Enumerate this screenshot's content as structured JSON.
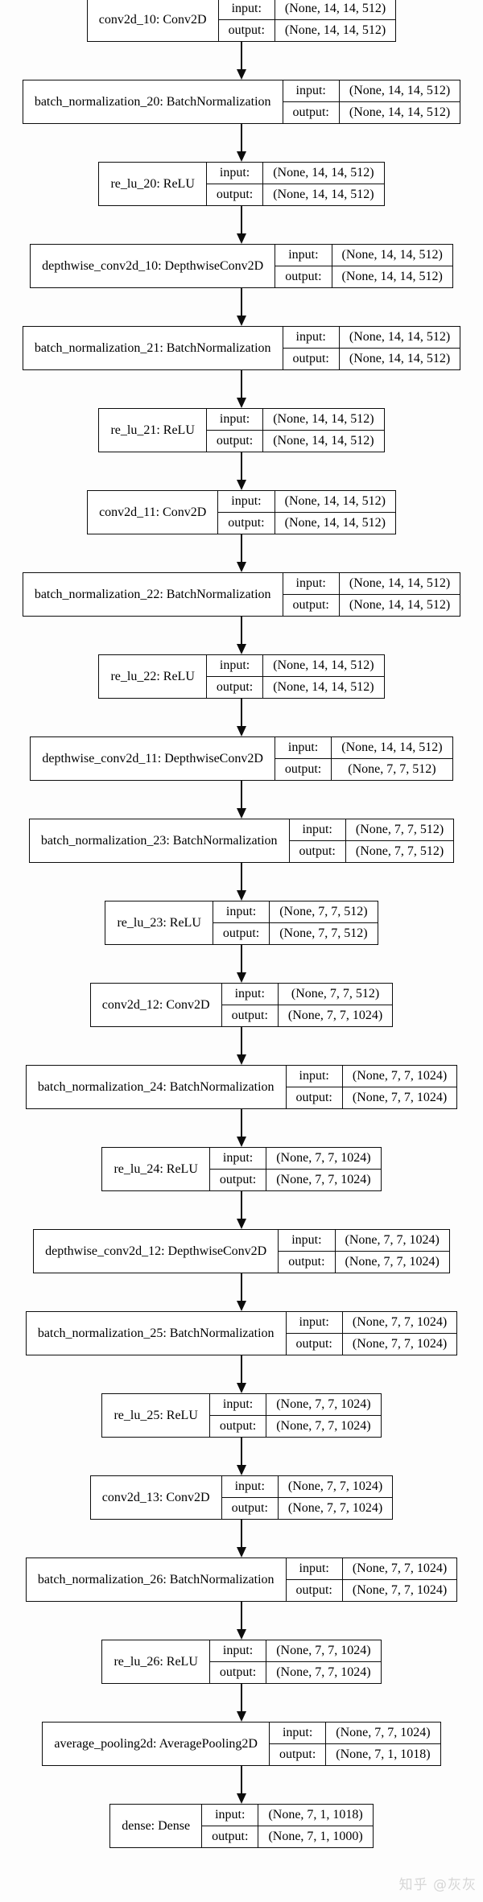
{
  "diagram": {
    "kind": "keras-model-architecture-graph",
    "colors": {
      "background": "#fdfdfd",
      "node_fill": "#ffffff",
      "border": "#0d0d0d",
      "watermark": "#d6d6d6"
    },
    "row_labels": {
      "input": "input:",
      "output": "output:"
    },
    "watermark": "知乎 @灰灰",
    "layers": [
      {
        "label": "conv2d_10: Conv2D",
        "input": "(None, 14, 14, 512)",
        "output": "(None, 14, 14, 512)"
      },
      {
        "label": "batch_normalization_20: BatchNormalization",
        "input": "(None, 14, 14, 512)",
        "output": "(None, 14, 14, 512)"
      },
      {
        "label": "re_lu_20: ReLU",
        "input": "(None, 14, 14, 512)",
        "output": "(None, 14, 14, 512)"
      },
      {
        "label": "depthwise_conv2d_10: DepthwiseConv2D",
        "input": "(None, 14, 14, 512)",
        "output": "(None, 14, 14, 512)"
      },
      {
        "label": "batch_normalization_21: BatchNormalization",
        "input": "(None, 14, 14, 512)",
        "output": "(None, 14, 14, 512)"
      },
      {
        "label": "re_lu_21: ReLU",
        "input": "(None, 14, 14, 512)",
        "output": "(None, 14, 14, 512)"
      },
      {
        "label": "conv2d_11: Conv2D",
        "input": "(None, 14, 14, 512)",
        "output": "(None, 14, 14, 512)"
      },
      {
        "label": "batch_normalization_22: BatchNormalization",
        "input": "(None, 14, 14, 512)",
        "output": "(None, 14, 14, 512)"
      },
      {
        "label": "re_lu_22: ReLU",
        "input": "(None, 14, 14, 512)",
        "output": "(None, 14, 14, 512)"
      },
      {
        "label": "depthwise_conv2d_11: DepthwiseConv2D",
        "input": "(None, 14, 14, 512)",
        "output": "(None, 7, 7, 512)"
      },
      {
        "label": "batch_normalization_23: BatchNormalization",
        "input": "(None, 7, 7, 512)",
        "output": "(None, 7, 7, 512)"
      },
      {
        "label": "re_lu_23: ReLU",
        "input": "(None, 7, 7, 512)",
        "output": "(None, 7, 7, 512)"
      },
      {
        "label": "conv2d_12: Conv2D",
        "input": "(None, 7, 7, 512)",
        "output": "(None, 7, 7, 1024)"
      },
      {
        "label": "batch_normalization_24: BatchNormalization",
        "input": "(None, 7, 7, 1024)",
        "output": "(None, 7, 7, 1024)"
      },
      {
        "label": "re_lu_24: ReLU",
        "input": "(None, 7, 7, 1024)",
        "output": "(None, 7, 7, 1024)"
      },
      {
        "label": "depthwise_conv2d_12: DepthwiseConv2D",
        "input": "(None, 7, 7, 1024)",
        "output": "(None, 7, 7, 1024)"
      },
      {
        "label": "batch_normalization_25: BatchNormalization",
        "input": "(None, 7, 7, 1024)",
        "output": "(None, 7, 7, 1024)"
      },
      {
        "label": "re_lu_25: ReLU",
        "input": "(None, 7, 7, 1024)",
        "output": "(None, 7, 7, 1024)"
      },
      {
        "label": "conv2d_13: Conv2D",
        "input": "(None, 7, 7, 1024)",
        "output": "(None, 7, 7, 1024)"
      },
      {
        "label": "batch_normalization_26: BatchNormalization",
        "input": "(None, 7, 7, 1024)",
        "output": "(None, 7, 7, 1024)"
      },
      {
        "label": "re_lu_26: ReLU",
        "input": "(None, 7, 7, 1024)",
        "output": "(None, 7, 7, 1024)"
      },
      {
        "label": "average_pooling2d: AveragePooling2D",
        "input": "(None, 7, 7, 1024)",
        "output": "(None, 7, 1, 1018)"
      },
      {
        "label": "dense: Dense",
        "input": "(None, 7, 1, 1018)",
        "output": "(None, 7, 1, 1000)"
      }
    ]
  }
}
